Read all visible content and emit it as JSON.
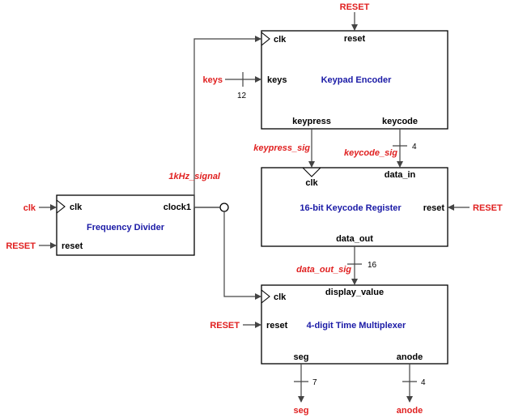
{
  "blocks": {
    "keypad_encoder": {
      "title": "Keypad Encoder",
      "ports": {
        "clk": "clk",
        "reset": "reset",
        "keys": "keys",
        "keypress": "keypress",
        "keycode": "keycode"
      }
    },
    "keycode_register": {
      "title": "16-bit Keycode Register",
      "ports": {
        "clk": "clk",
        "data_in": "data_in",
        "reset": "reset",
        "data_out": "data_out"
      }
    },
    "frequency_divider": {
      "title": "Frequency Divider",
      "ports": {
        "clk": "clk",
        "reset": "reset",
        "clock1": "clock1"
      }
    },
    "time_multiplexer": {
      "title": "4-digit Time Multiplexer",
      "ports": {
        "clk": "clk",
        "reset": "reset",
        "display_value": "display_value",
        "seg": "seg",
        "anode": "anode"
      }
    }
  },
  "external": {
    "reset_top": "RESET",
    "keys": "keys",
    "clk_in": "clk",
    "reset_divider": "RESET",
    "reset_register": "RESET",
    "reset_mux": "RESET",
    "seg_out": "seg",
    "anode_out": "anode"
  },
  "signals": {
    "keypress_sig": "keypress_sig",
    "keycode_sig": "keycode_sig",
    "khz_signal": "1kHz_signal",
    "data_out_sig": "data_out_sig"
  },
  "bus_widths": {
    "keys": "12",
    "keycode": "4",
    "data_out": "16",
    "seg": "7",
    "anode": "4"
  }
}
